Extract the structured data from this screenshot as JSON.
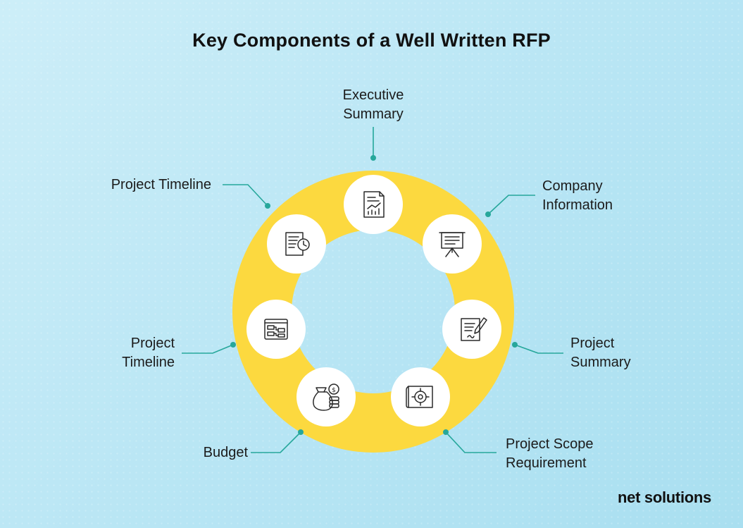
{
  "title": "Key Components of a Well Written RFP",
  "brand": "net solutions",
  "colors": {
    "ring": "#fcd93f",
    "connector": "#26a79b",
    "icon_bg": "#ffffff",
    "icon_stroke": "#2a2a2a"
  },
  "components": [
    {
      "id": "executive-summary",
      "lines": [
        "Executive",
        "Summary"
      ],
      "icon": "report-chart-icon"
    },
    {
      "id": "company-information",
      "lines": [
        "Company",
        "Information"
      ],
      "icon": "presentation-board-icon"
    },
    {
      "id": "project-summary",
      "lines": [
        "Project",
        "Summary"
      ],
      "icon": "document-pen-icon"
    },
    {
      "id": "project-scope-requirement",
      "lines": [
        "Project Scope",
        "Requirement"
      ],
      "icon": "target-blueprint-icon"
    },
    {
      "id": "budget",
      "lines": [
        "Budget"
      ],
      "icon": "money-bag-icon"
    },
    {
      "id": "project-timeline-left",
      "lines": [
        "Project",
        "Timeline"
      ],
      "icon": "flowchart-window-icon"
    },
    {
      "id": "project-timeline-top",
      "lines": [
        "Project Timeline"
      ],
      "icon": "document-clock-icon"
    }
  ]
}
